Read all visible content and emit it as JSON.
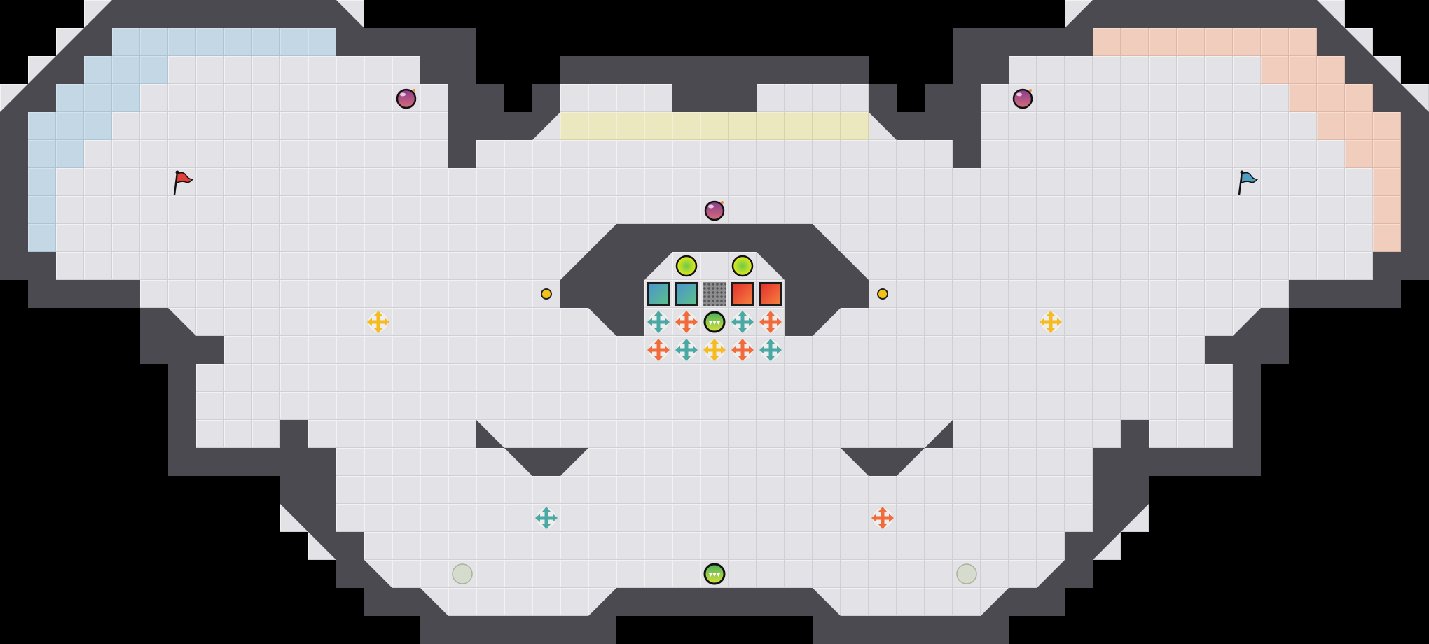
{
  "game": {
    "type": "capture-the-flag arena",
    "teams": [
      {
        "name": "red",
        "flag_color": "#e2413a"
      },
      {
        "name": "blue",
        "flag_color": "#4f9fc0"
      }
    ]
  },
  "colors": {
    "background": "#000000",
    "wall": "#4b4a50",
    "floor": "#e3e3e7",
    "blue_zone": "#c3d7e5",
    "red_zone": "#f1cdbd",
    "neutral_zone": "#ebe8bf",
    "boost_teal": "#4aa9a4",
    "boost_orange": "#f26b3a",
    "boost_yellow": "#f5bb1f",
    "spike": "#161616",
    "bomb": "#9c4f8c",
    "blue_gate": "#4e9cc8",
    "red_gate": "#e8382f",
    "neutral_gate": "#8d8d90"
  },
  "entities": [
    "flag",
    "bomb",
    "spike",
    "boost",
    "button",
    "gate",
    "portal",
    "ball-spawn",
    "powerup"
  ]
}
